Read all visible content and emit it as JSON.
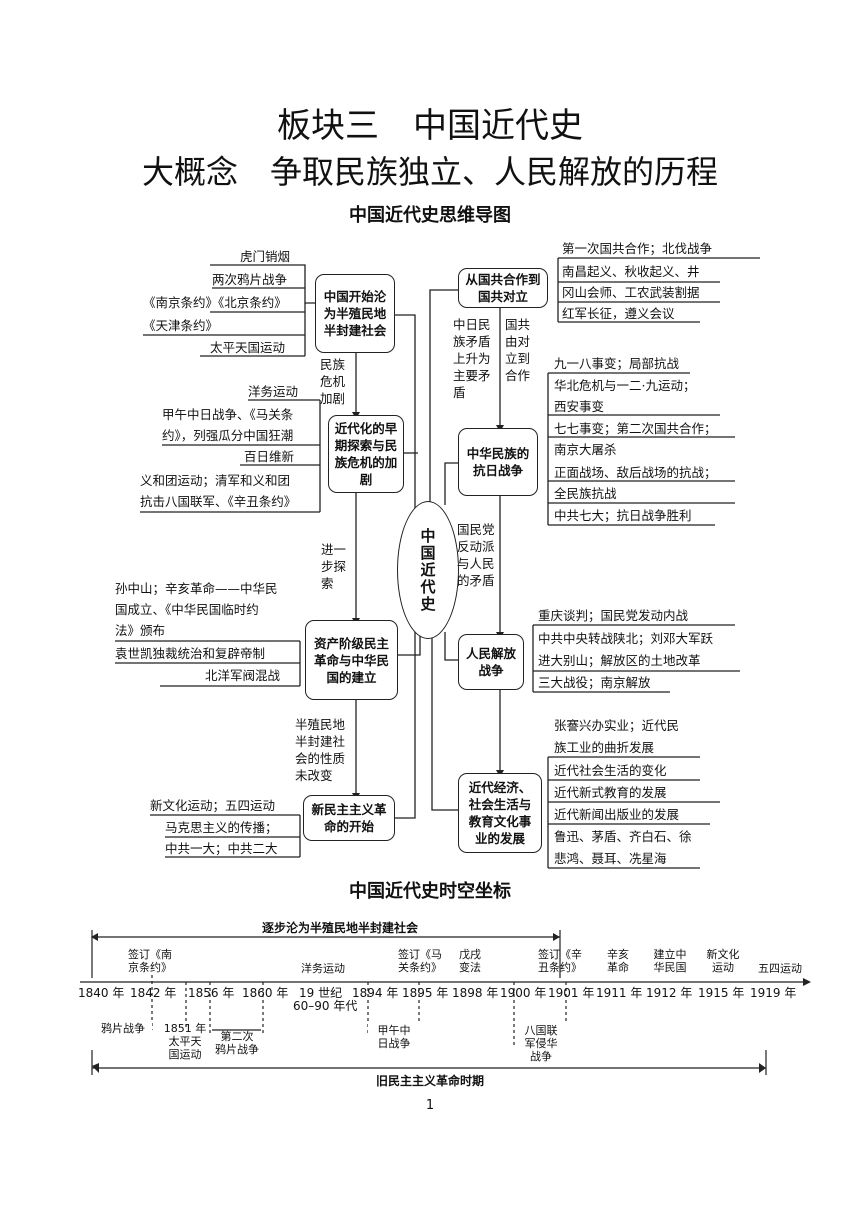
{
  "title": "板块三　中国近代史",
  "subtitle": "大概念　争取民族独立、人民解放的历程",
  "mindmap": {
    "heading": "中国近代史思维导图",
    "center": "中国近代史",
    "left_nodes": [
      {
        "label": "中国开始沦为半殖民地半封建社会",
        "items": [
          "虎门销烟",
          "两次鸦片战争",
          "《南京条约》《北京条约》",
          "《天津条约》",
          "太平天国运动"
        ]
      },
      {
        "label": "近代化的早期探索与民族危机的加剧",
        "items": [
          "洋务运动",
          "甲午中日战争、《马关条",
          "约》，列强瓜分中国狂潮",
          "百日维新",
          "义和团运动；清军和义和团",
          "抗击八国联军、《辛丑条约》"
        ]
      },
      {
        "label": "资产阶级民主革命与中华民国的建立",
        "items": [
          "孙中山；辛亥革命——中华民",
          "国成立、《中华民国临时约",
          "法》颁布",
          "袁世凯独裁统治和复辟帝制",
          "北洋军阀混战"
        ]
      },
      {
        "label": "新民主主义革命的开始",
        "items": [
          "新文化运动；五四运动",
          "马克思主义的传播；",
          "中共一大；中共二大"
        ]
      }
    ],
    "right_nodes": [
      {
        "label": "从国共合作到国共对立",
        "items": [
          "第一次国共合作；北伐战争",
          "南昌起义、秋收起义、井",
          "冈山会师、工农武装割据",
          "红军长征，遵义会议"
        ]
      },
      {
        "label": "中华民族的抗日战争",
        "items": [
          "九一八事变；局部抗战",
          "华北危机与一二·九运动；",
          "西安事变",
          "七七事变；第二次国共合作；",
          "南京大屠杀",
          "正面战场、敌后战场的抗战；",
          "全民族抗战",
          "中共七大；抗日战争胜利"
        ]
      },
      {
        "label": "人民解放战争",
        "items": [
          "重庆谈判；国民党发动内战",
          "中共中央转战陕北；刘邓大军跃",
          "进大别山；解放区的土地改革",
          "三大战役；南京解放"
        ]
      },
      {
        "label": "近代经济、社会生活与教育文化事业的发展",
        "items": [
          "张謇兴办实业；近代民",
          "族工业的曲折发展",
          "近代社会生活的变化",
          "近代新式教育的发展",
          "近代新闻出版业的发展",
          "鲁迅、茅盾、齐白石、徐",
          "悲鸿、聂耳、冼星海"
        ]
      }
    ],
    "connectors": {
      "left_1_2": "民族危机加剧",
      "left_2_3": "进一步探索",
      "left_3_4": "半殖民地半封建社会的性质未改变",
      "right_1_2a": "中日民族矛盾上升为主要矛盾",
      "right_1_2b": "国共由对立到合作",
      "right_2_3": "国民党反动派与人民的矛盾"
    }
  },
  "timeline": {
    "heading": "中国近代史时空坐标",
    "top_span": "逐步沦为半殖民地半封建社会",
    "bottom_span": "旧民主主义革命时期",
    "ticks": [
      "1840 年",
      "1842 年",
      "1856 年",
      "1860 年",
      "19 世纪",
      "60–90 年代",
      "1894 年",
      "1895 年",
      "1898 年",
      "1900 年",
      "1901 年",
      "1911 年",
      "1912 年",
      "1915 年",
      "1919 年"
    ],
    "above": [
      "签订《南\n京条约》",
      "洋务运动",
      "签订《马\n关条约》",
      "戊戌\n变法",
      "签订《辛\n丑条约》",
      "辛亥\n革命",
      "建立中\n华民国",
      "新文化\n运动",
      "五四运动"
    ],
    "below": [
      "鸦片战争",
      "1851 年\n太平天\n国运动",
      "第二次\n鸦片战争",
      "甲午中\n日战争",
      "八国联\n军侵华\n战争"
    ]
  },
  "page_number": "1"
}
